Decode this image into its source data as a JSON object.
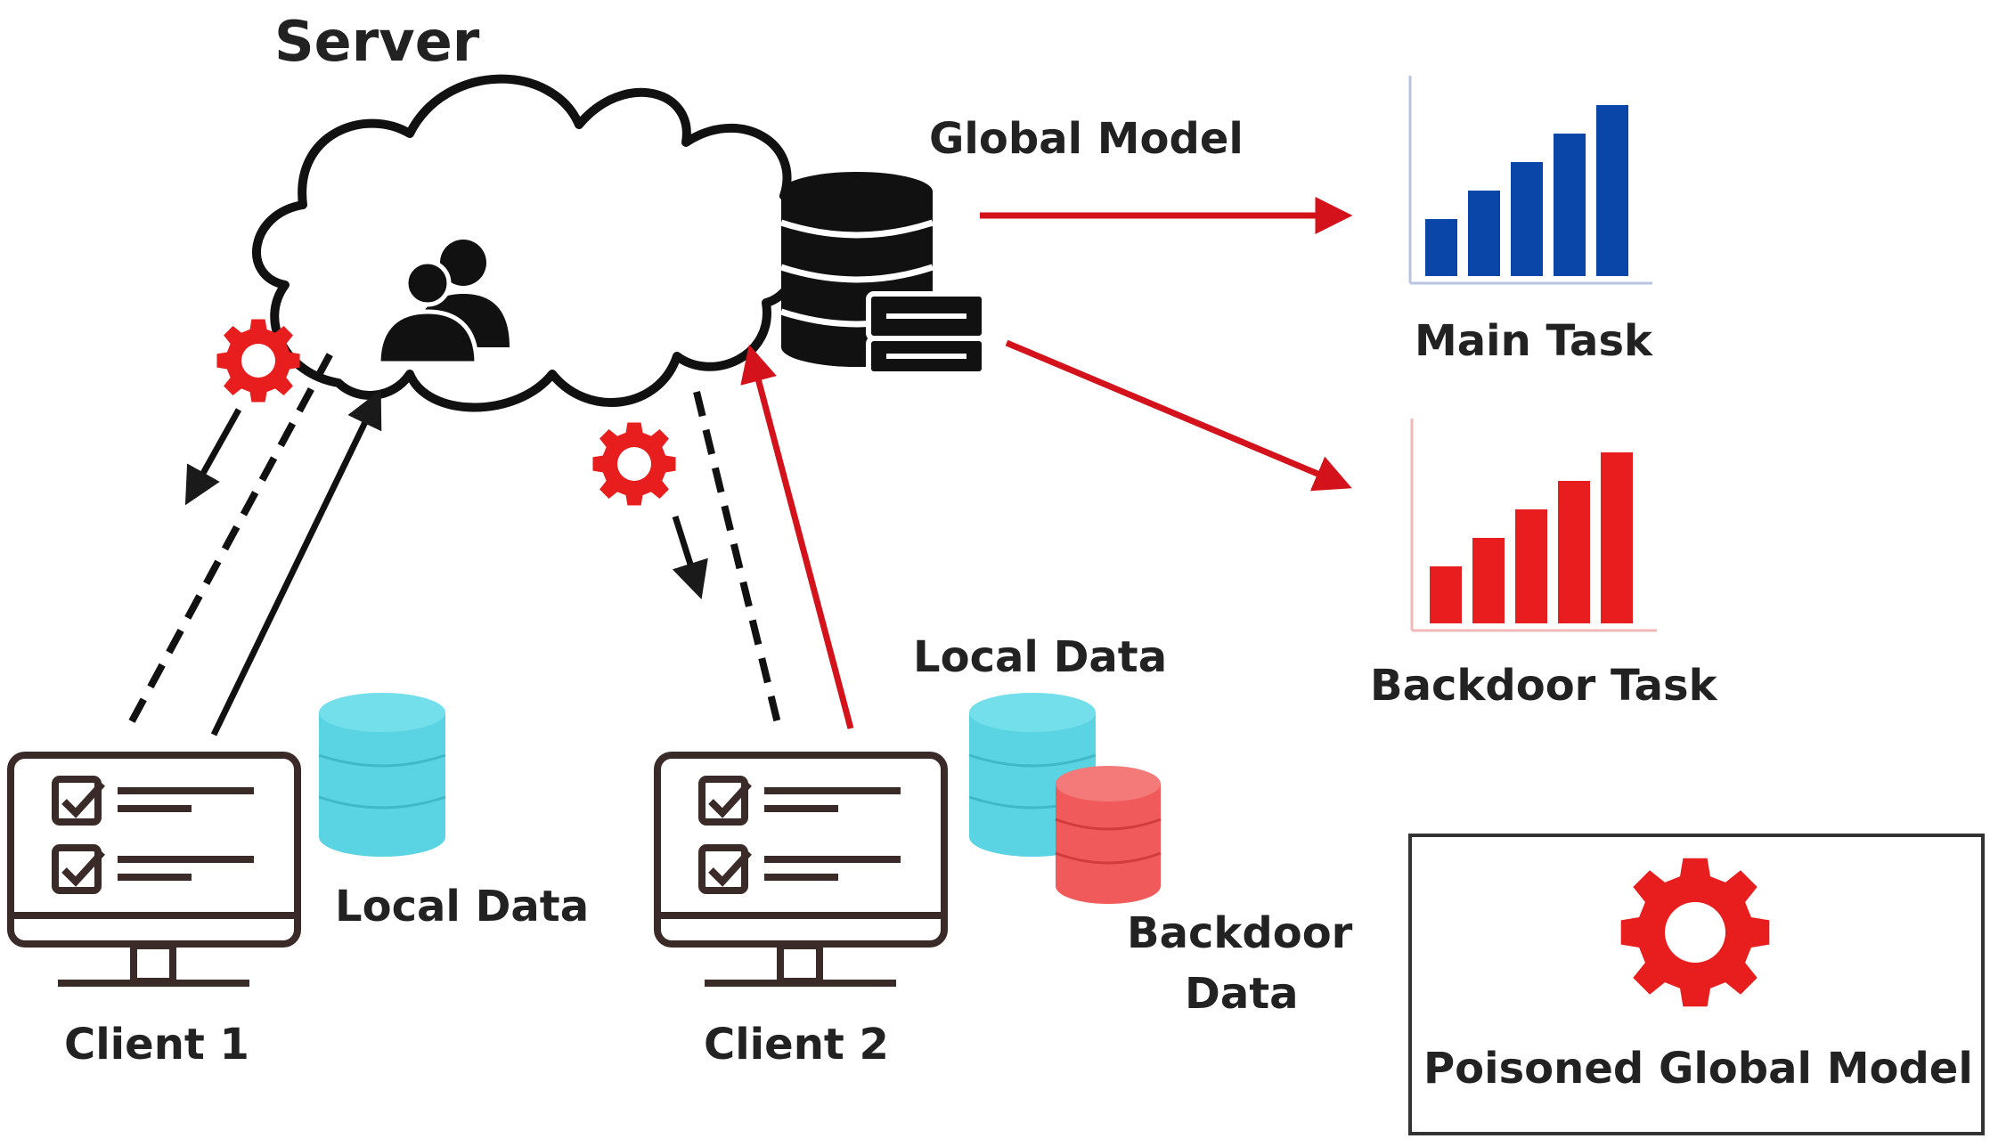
{
  "server": {
    "label": "Server"
  },
  "global_model": {
    "label": "Global Model"
  },
  "clients": [
    {
      "label": "Client 1",
      "data_label": "Local Data"
    },
    {
      "label": "Client 2",
      "data_label": "Local Data",
      "backdoor_label_line1": "Backdoor",
      "backdoor_label_line2": "Data"
    }
  ],
  "main_task": {
    "label": "Main Task",
    "values": [
      2,
      3,
      4,
      5,
      6
    ],
    "color": "#0a46a8"
  },
  "backdoor_task": {
    "label": "Backdoor Task",
    "values": [
      2,
      3,
      4,
      5,
      6
    ],
    "color": "#e81e1e"
  },
  "legend": {
    "label": "Poisoned Global Model",
    "icon": "red-gear-icon"
  },
  "colors": {
    "red": "#d4121c",
    "cyan": "#5ad3e2",
    "backdoor_db": "#f05a5a",
    "dark": "#1a1a1a"
  }
}
